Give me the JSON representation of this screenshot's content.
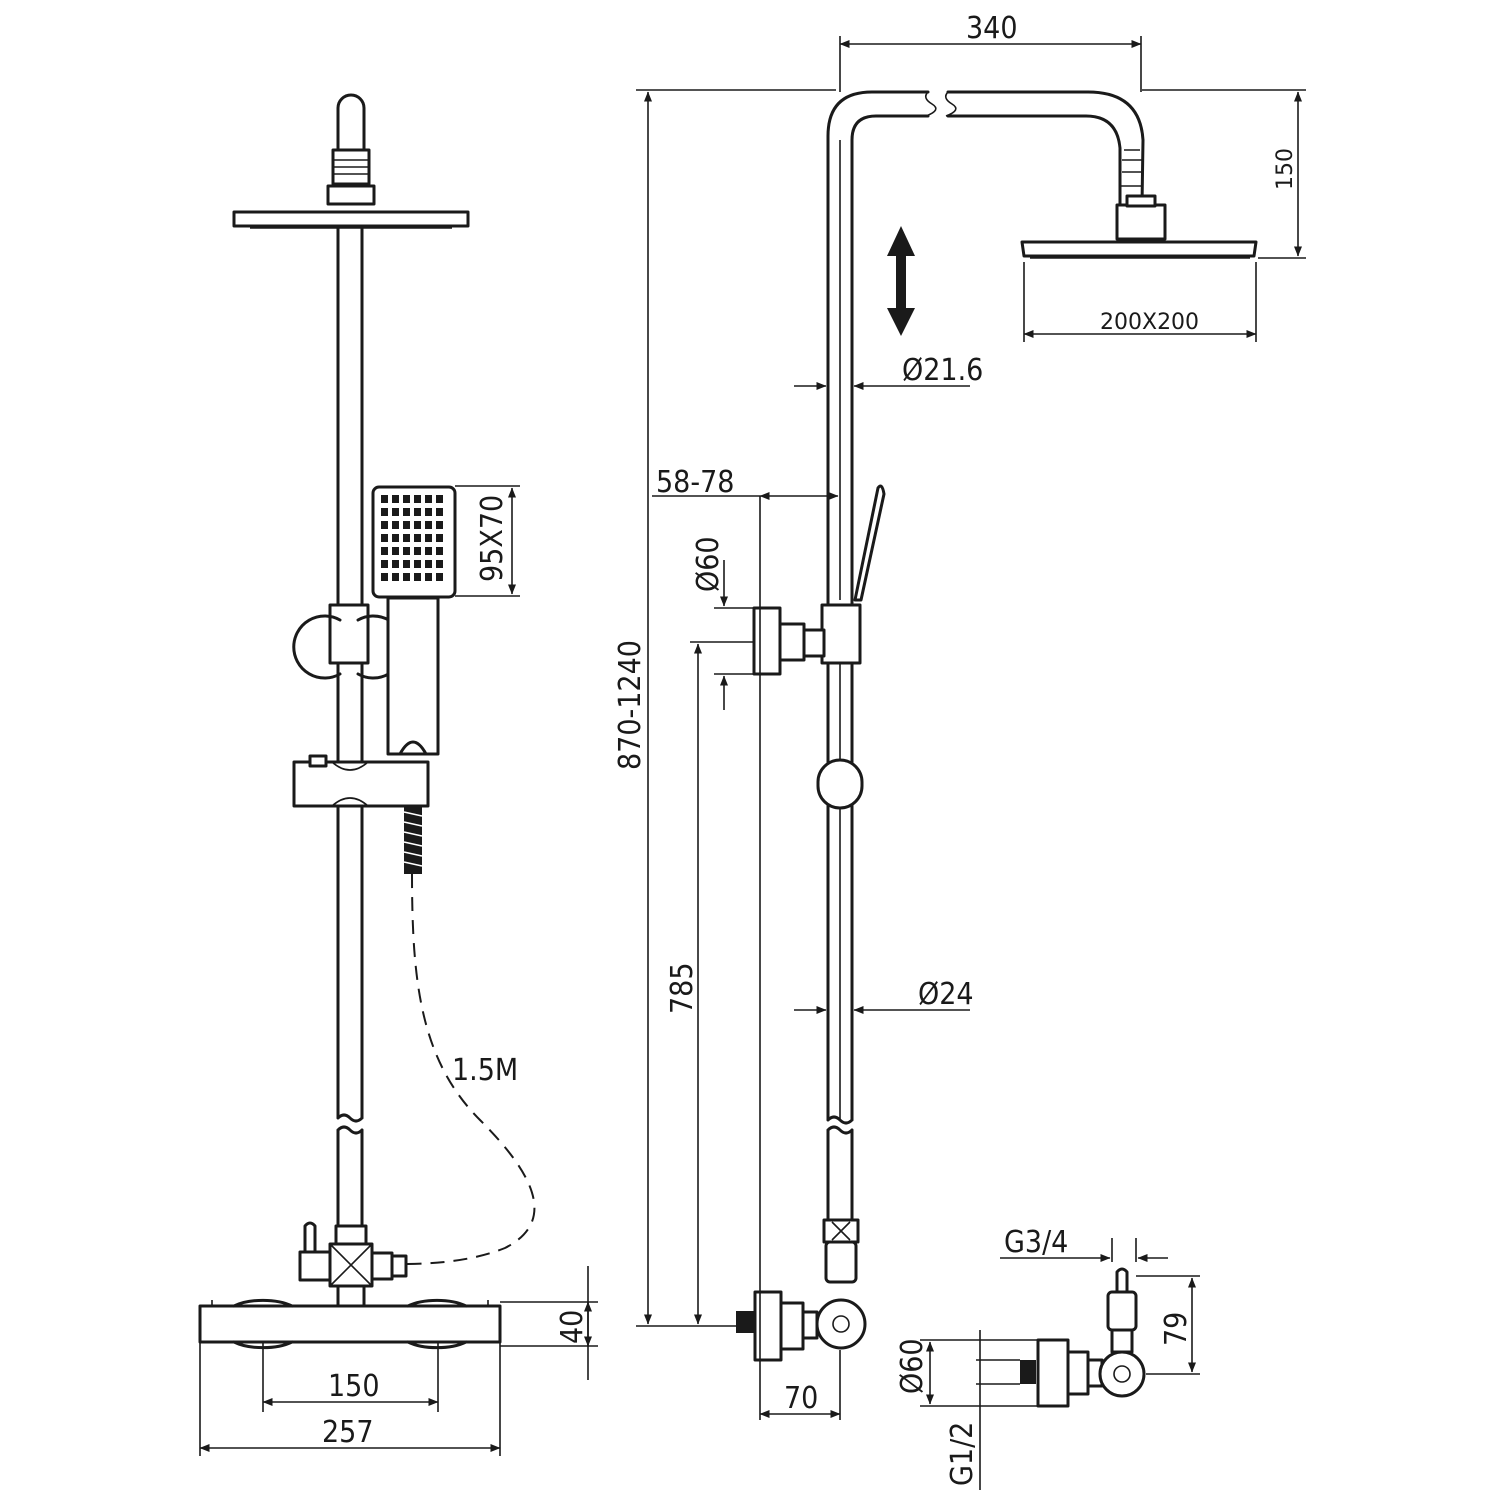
{
  "dimensions": {
    "arm_length": "340",
    "head_drop": "150",
    "head_size": "200X200",
    "riser_diameter_upper": "Ø21.6",
    "adjust_range": "58-78",
    "flange_diameter": "Ø60",
    "total_height": "870-1240",
    "handset_size": "95X70",
    "riser_height": "785",
    "riser_diameter_lower": "Ø24",
    "hose_length": "1.5M",
    "valve_height": "40",
    "inlet_centres": "150",
    "valve_width": "257",
    "wall_projection": "70",
    "inlet_thread": "G3/4",
    "inlet_height": "79",
    "inlet_flange": "Ø60",
    "wall_thread": "G1/2"
  },
  "colors": {
    "line": "#1a1a1a",
    "background": "#ffffff"
  },
  "icons": {
    "arrow": "double-vertical-arrow-icon"
  }
}
